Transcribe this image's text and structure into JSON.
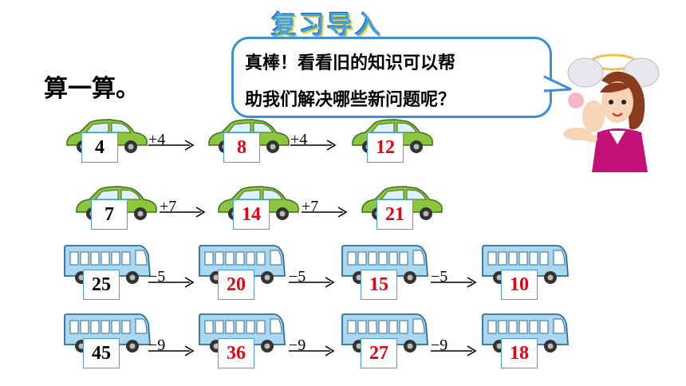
{
  "header": {
    "title": "复习导入"
  },
  "prompt": {
    "label": "算一算。"
  },
  "speech_bubble": {
    "line1": "真棒！看看旧的知识可以帮",
    "line2": "助我们解决哪些新问题呢？"
  },
  "colors": {
    "car": "#8cc63f",
    "bus": "#a9d8f0",
    "answer": "#e60012",
    "border": "#3b8fd9"
  },
  "rows": [
    {
      "vehicle": "car-icon",
      "op": "+4",
      "values": [
        "4",
        "8",
        "12"
      ]
    },
    {
      "vehicle": "car-icon",
      "op": "+7",
      "values": [
        "7",
        "14",
        "21"
      ]
    },
    {
      "vehicle": "bus-icon",
      "op": "−5",
      "values": [
        "25",
        "20",
        "15",
        "10"
      ]
    },
    {
      "vehicle": "bus-icon",
      "op": "−9",
      "values": [
        "45",
        "36",
        "27",
        "18"
      ]
    }
  ]
}
